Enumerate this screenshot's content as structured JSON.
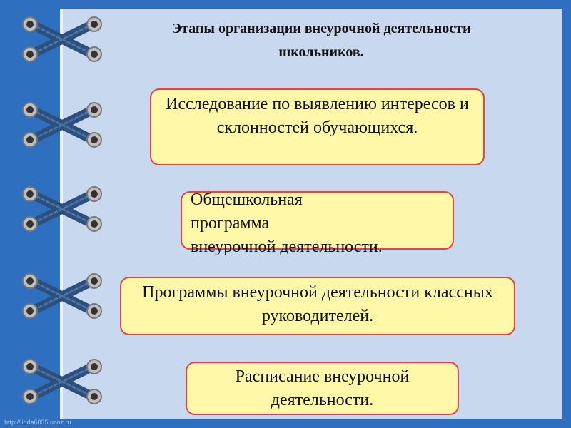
{
  "slide": {
    "title": "Этапы  организации внеурочной деятельности\nшкольников.",
    "boxes": [
      {
        "text": "Исследование по выявлению интересов и склонностей обучающихся."
      },
      {
        "text": "Общешкольная\nпрограмма\nвнеурочной деятельности."
      },
      {
        "text": "Программы  внеурочной деятельности классных руководителей."
      },
      {
        "text": "Расписание внеурочной деятельности."
      }
    ],
    "footer_url": "http://linda6035.ucoz.ru"
  },
  "colors": {
    "frame": "#2f6fc0",
    "page": "#c8d8ef",
    "box_fill": "#fff8a8",
    "box_border": "#e8434a",
    "lace": "#2c4f7c"
  },
  "icons": [
    "laced-binding-icon"
  ]
}
